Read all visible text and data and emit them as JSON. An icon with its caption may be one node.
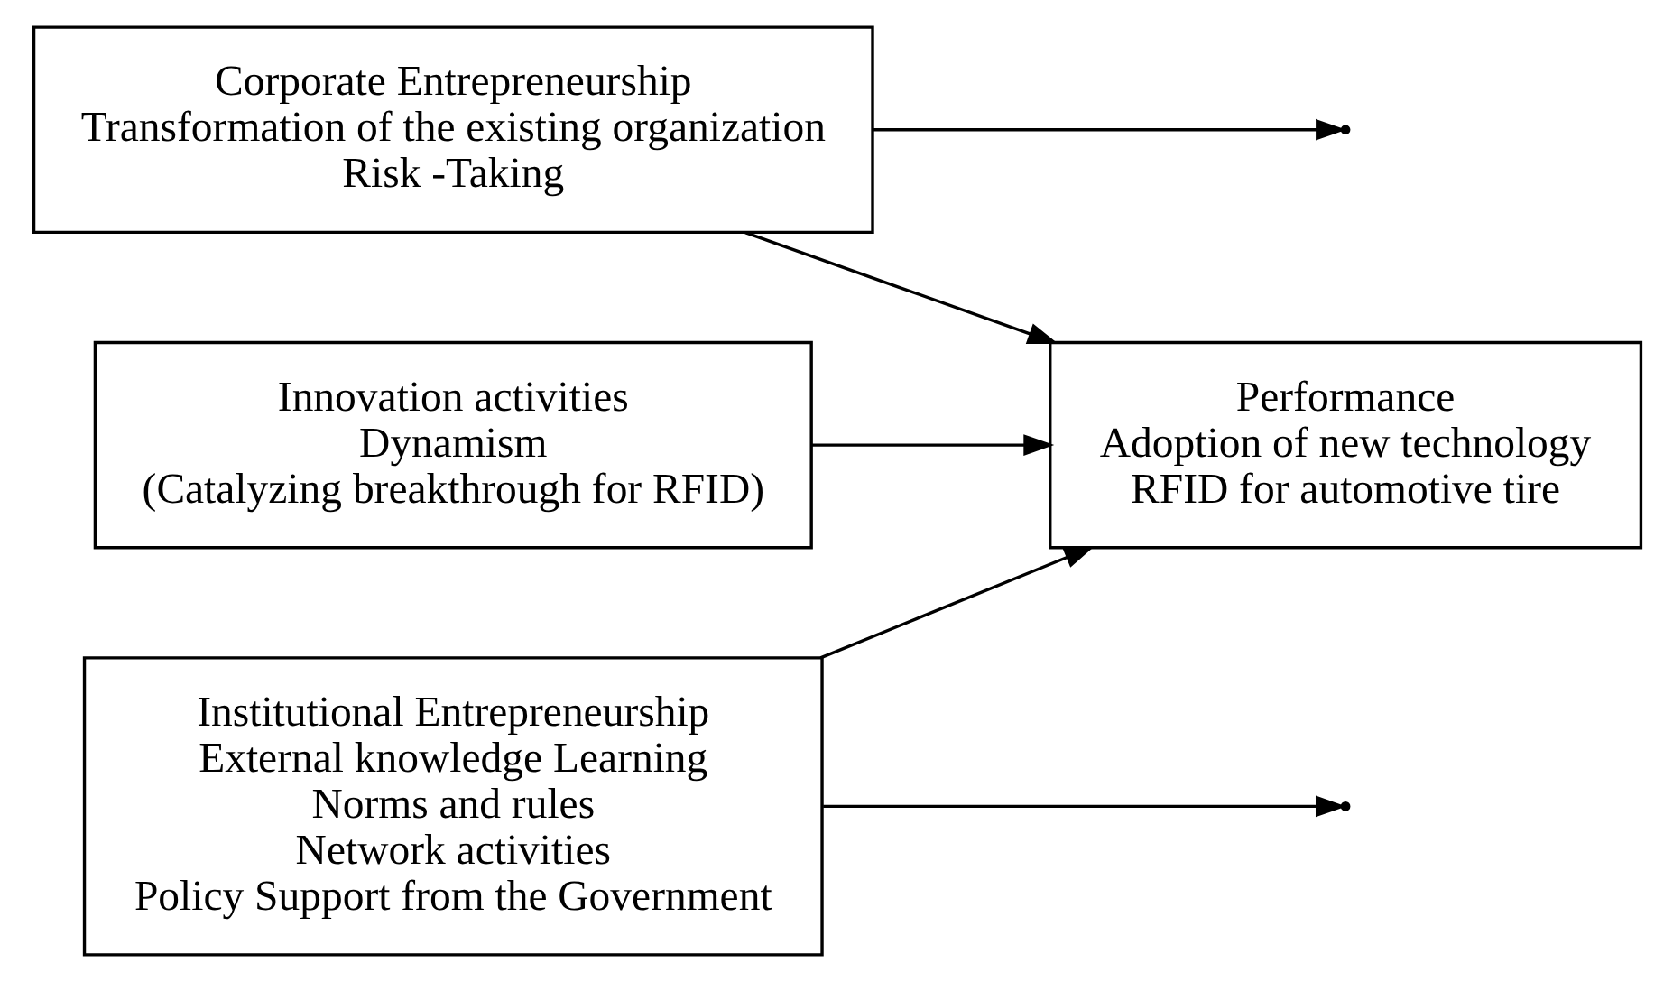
{
  "diagram": {
    "nodes": [
      {
        "text": [
          "Corporate Entrepreneurship",
          "Transformation of the existing organization",
          "Risk -Taking"
        ]
      },
      {
        "text": [
          "Innovation activities",
          "Dynamism",
          "(Catalyzing breakthrough for RFID)"
        ]
      },
      {
        "text": [
          "Performance",
          "Adoption of new technology",
          "RFID for automotive tire"
        ]
      },
      {
        "text": [
          "Institutional Entrepreneurship",
          "External knowledge Learning",
          "Norms and rules",
          "Network activities",
          "Policy Support from the Government"
        ]
      }
    ],
    "edges": [
      {
        "from": 0,
        "to": 2,
        "arrow": "to"
      },
      {
        "from": 0,
        "to": null,
        "arrow": "to"
      },
      {
        "from": 1,
        "to": 2,
        "arrow": "to"
      },
      {
        "from": 3,
        "to": null,
        "arrow": "to"
      },
      {
        "from": 3,
        "to": 2,
        "arrow": "to"
      }
    ]
  }
}
